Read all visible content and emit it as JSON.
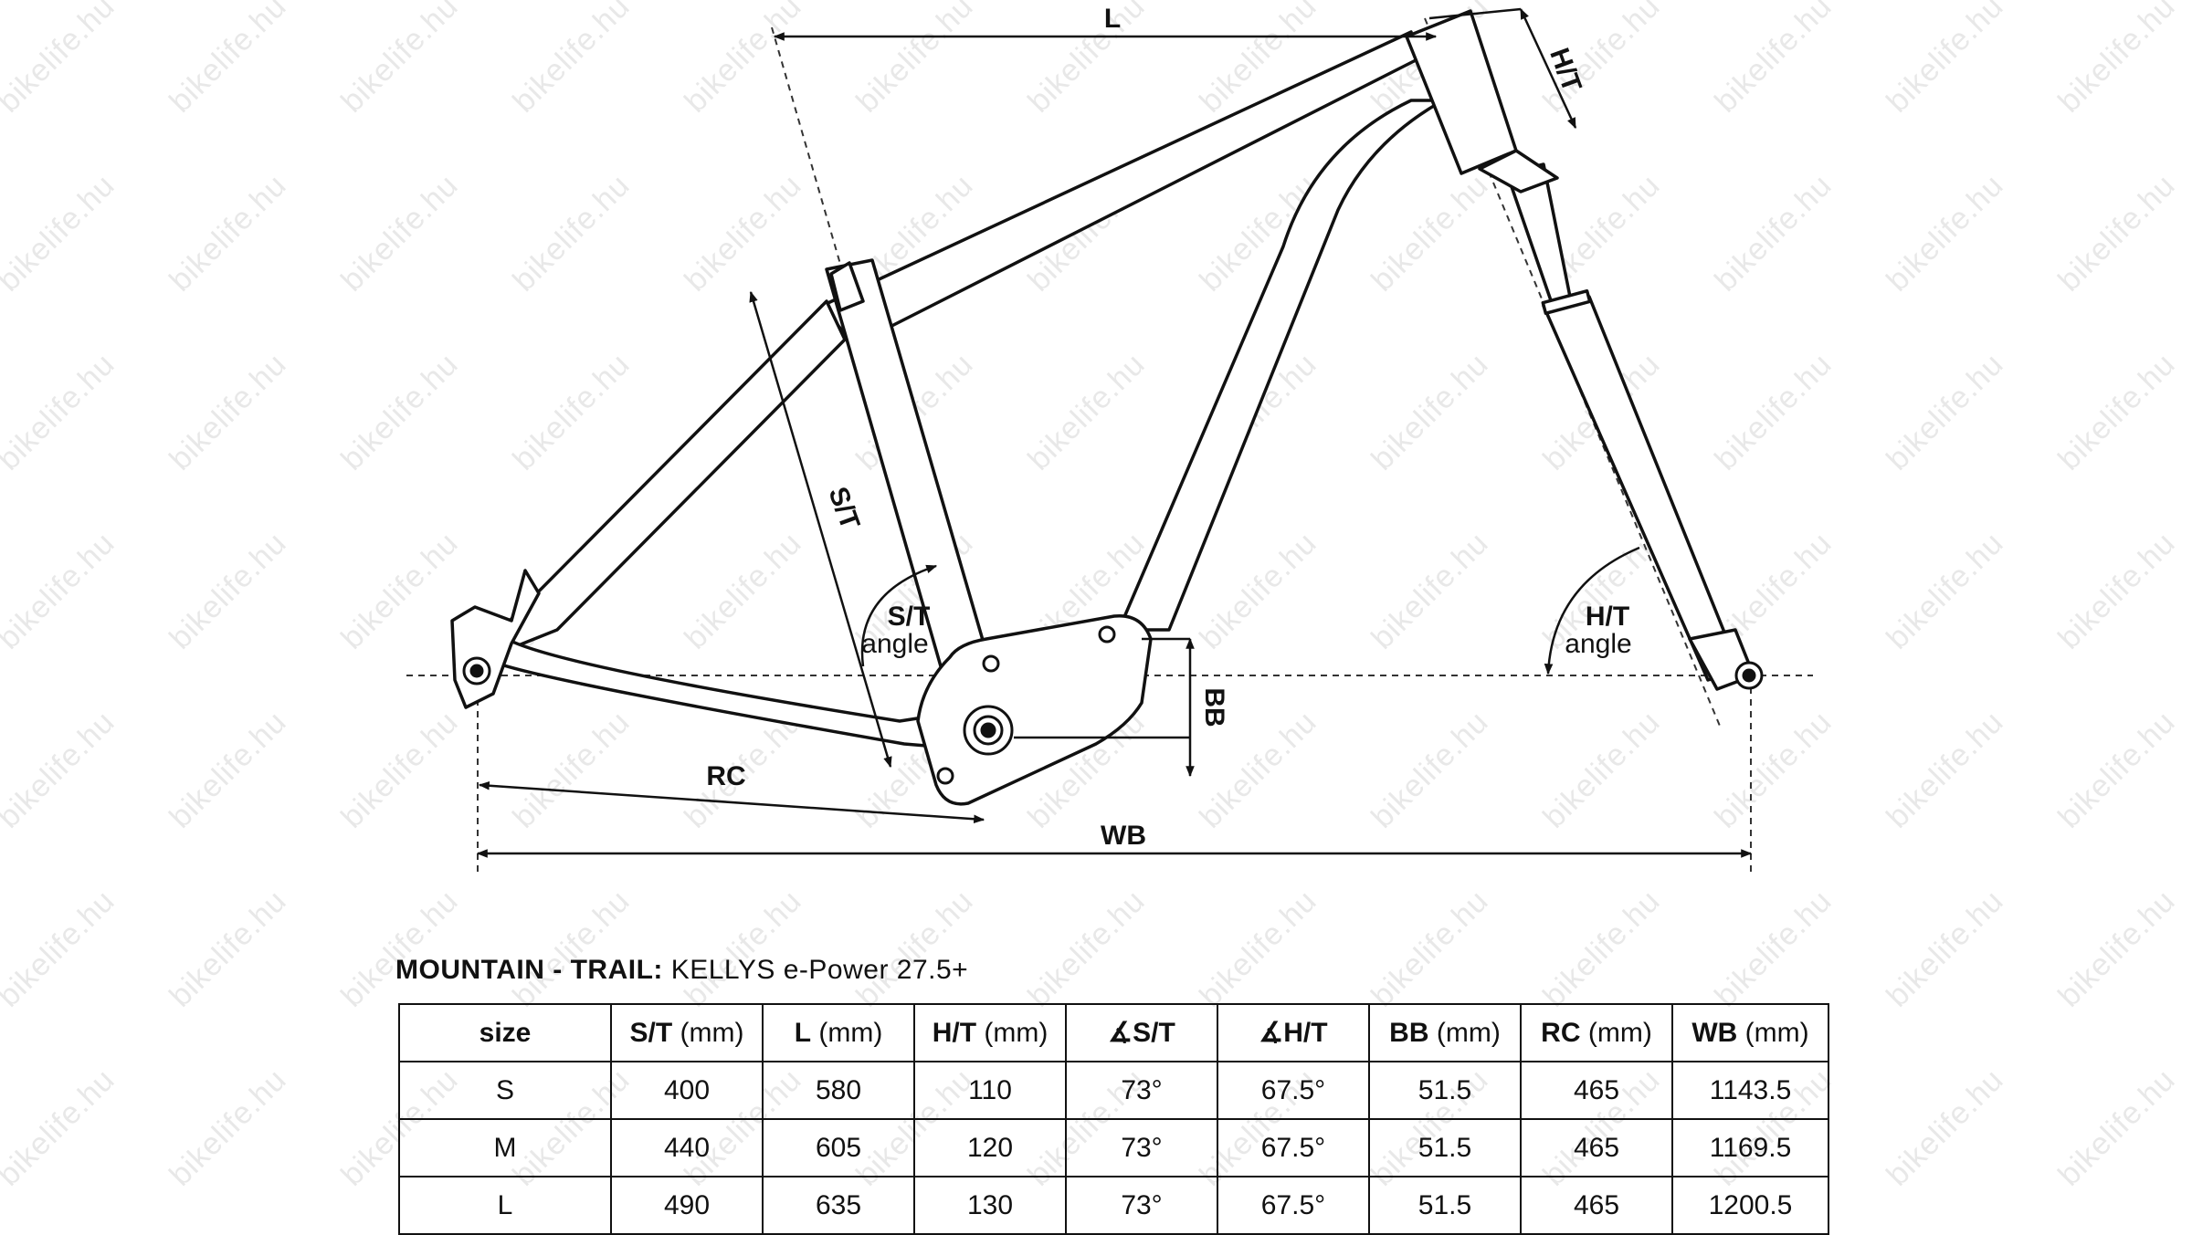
{
  "diagram": {
    "labels": {
      "l": "L",
      "ht": "H/T",
      "st": "S/T",
      "st_angle_line1": "S/T",
      "st_angle_line2": "angle",
      "ht_angle_line1": "H/T",
      "ht_angle_line2": "angle",
      "bb": "BB",
      "rc": "RC",
      "wb": "WB"
    },
    "watermark": "bikelife.hu"
  },
  "table": {
    "title_bold": "MOUNTAIN - TRAIL:",
    "title_rest": " KELLYS e-Power 27.5+",
    "columns": [
      {
        "bold": "size",
        "unit": ""
      },
      {
        "bold": "S/T",
        "unit": " (mm)"
      },
      {
        "bold": "L",
        "unit": " (mm)"
      },
      {
        "bold": "H/T",
        "unit": " (mm)"
      },
      {
        "bold": "∡S/T",
        "unit": ""
      },
      {
        "bold": "∡H/T",
        "unit": ""
      },
      {
        "bold": "BB",
        "unit": " (mm)"
      },
      {
        "bold": "RC",
        "unit": " (mm)"
      },
      {
        "bold": "WB",
        "unit": " (mm)"
      }
    ],
    "rows": [
      [
        "S",
        "400",
        "580",
        "110",
        "73°",
        "67.5°",
        "51.5",
        "465",
        "1143.5"
      ],
      [
        "M",
        "440",
        "605",
        "120",
        "73°",
        "67.5°",
        "51.5",
        "465",
        "1169.5"
      ],
      [
        "L",
        "490",
        "635",
        "130",
        "73°",
        "67.5°",
        "51.5",
        "465",
        "1200.5"
      ]
    ]
  }
}
